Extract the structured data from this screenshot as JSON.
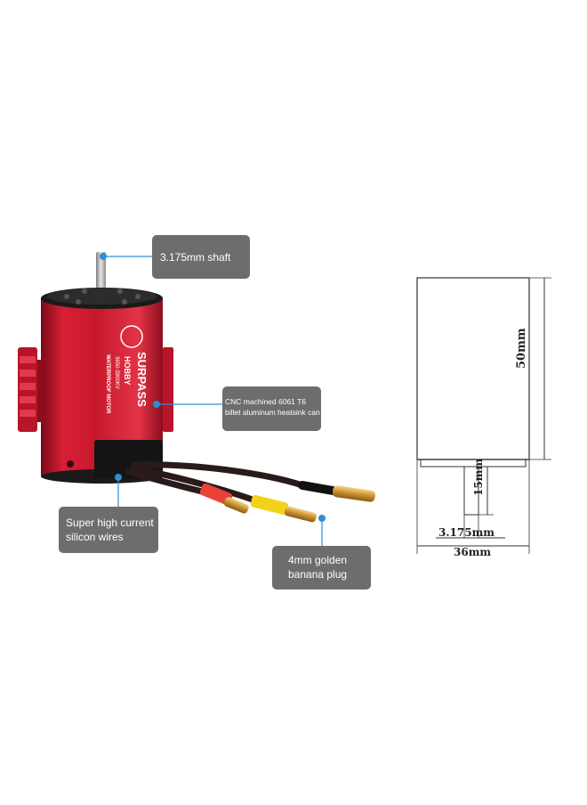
{
  "callouts": {
    "shaft": "3.175mm shaft",
    "heatsink_line1": "CNC machined 6061 T6",
    "heatsink_line2": "billet aluminum heatsink can",
    "wires_line1": "Super high current",
    "wires_line2": "silicon wires",
    "plug_line1": "4mm golden",
    "plug_line2": "banana plug"
  },
  "motor_label": {
    "brand": "SURPASS",
    "model": "HOBBY",
    "spec": "3650-3900KV",
    "tagline": "WATERPROOF MOTOR"
  },
  "dimensions": {
    "height": "50mm",
    "shaft_length": "15mm",
    "shaft_diameter": "3.175mm",
    "width": "36mm"
  },
  "colors": {
    "motor_red": "#c8182c",
    "callout_bg": "#6d6d6d",
    "leader_blue": "#2a8fd6",
    "wire_red": "#e8433a",
    "wire_yellow": "#f2d21a",
    "plug_gold": "#d9a441"
  }
}
